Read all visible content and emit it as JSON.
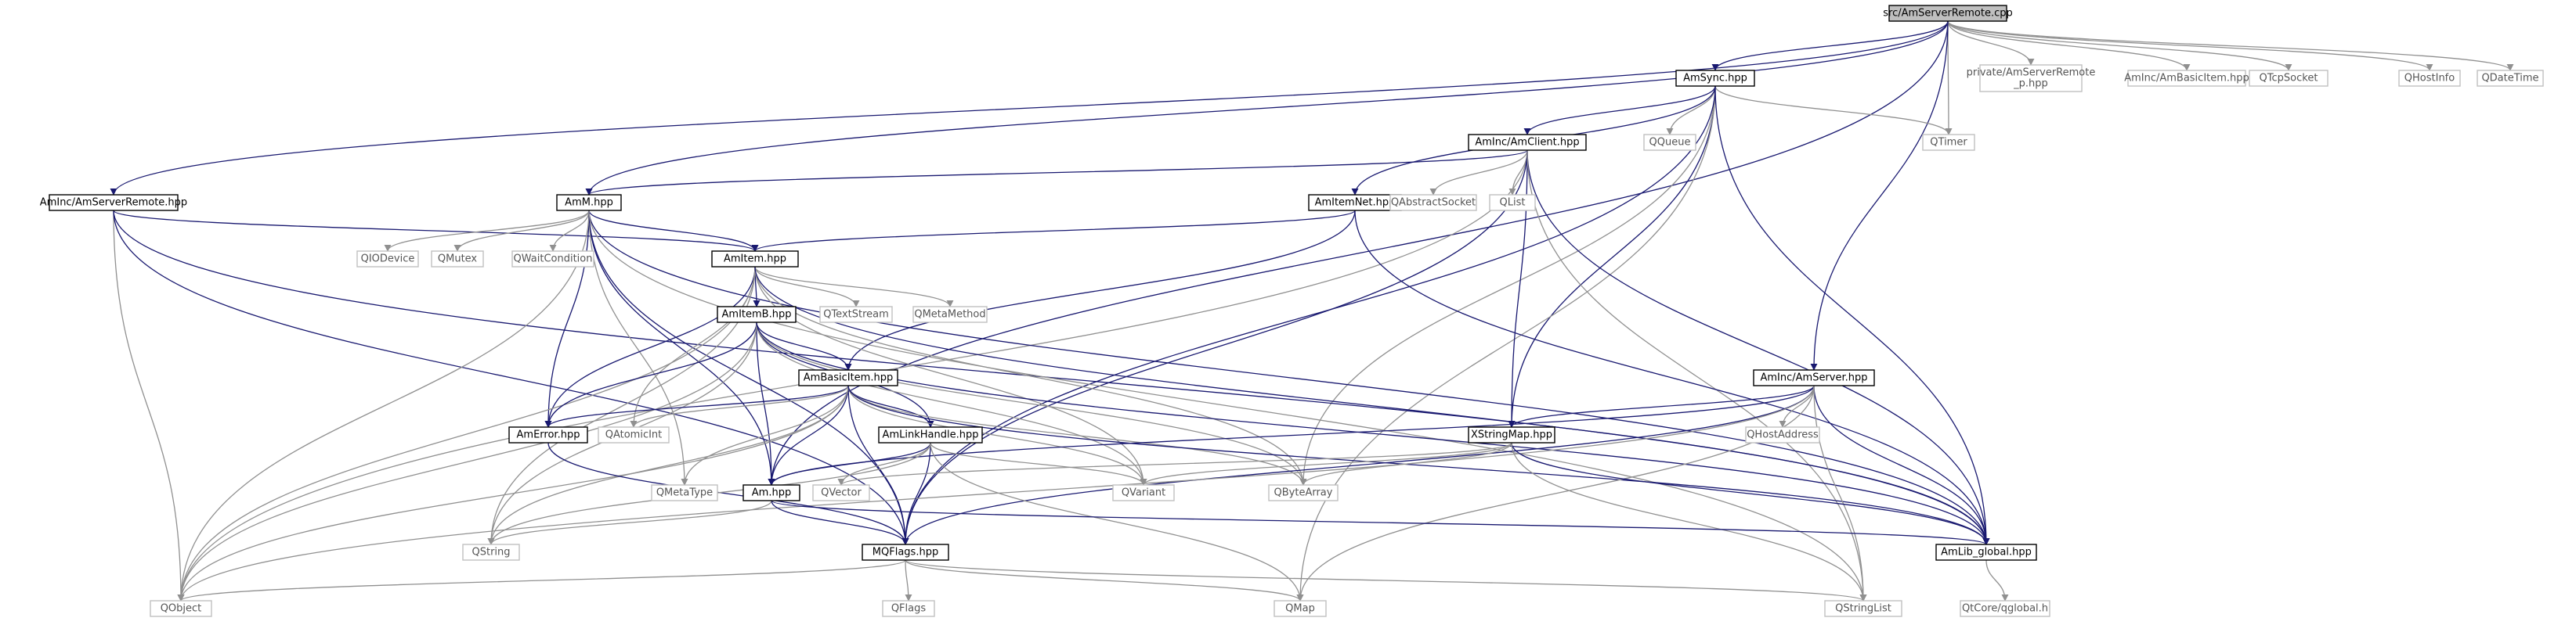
{
  "colors": {
    "internal_edge": "#191970",
    "external_edge": "#909090",
    "root_fill": "#bfbfbf",
    "internal_border": "#000000",
    "external_border": "#c0c0c0",
    "internal_text": "#000000",
    "external_text": "#555555"
  },
  "nodes": [
    {
      "id": "root",
      "label": "src/AmServerRemote.cpp",
      "kind": "root"
    },
    {
      "id": "amsync",
      "label": "AmSync.hpp",
      "kind": "internal"
    },
    {
      "id": "priv",
      "label": [
        "private/AmServerRemote",
        "_p.hpp"
      ],
      "kind": "external"
    },
    {
      "id": "basicinc",
      "label": "AmInc/AmBasicItem.hpp",
      "kind": "external"
    },
    {
      "id": "qtcp",
      "label": "QTcpSocket",
      "kind": "external"
    },
    {
      "id": "qhostinfo",
      "label": "QHostInfo",
      "kind": "external"
    },
    {
      "id": "qdatetime",
      "label": "QDateTime",
      "kind": "external"
    },
    {
      "id": "amclient",
      "label": "AmInc/AmClient.hpp",
      "kind": "internal"
    },
    {
      "id": "qqueue",
      "label": "QQueue",
      "kind": "external"
    },
    {
      "id": "qtimer",
      "label": "QTimer",
      "kind": "external"
    },
    {
      "id": "amserverremote",
      "label": "AmInc/AmServerRemote.hpp",
      "kind": "internal"
    },
    {
      "id": "amm",
      "label": "AmM.hpp",
      "kind": "internal"
    },
    {
      "id": "amitemnet",
      "label": "AmItemNet.hpp",
      "kind": "internal"
    },
    {
      "id": "qabstract",
      "label": "QAbstractSocket",
      "kind": "external"
    },
    {
      "id": "qlist",
      "label": "QList",
      "kind": "external"
    },
    {
      "id": "qiodevice",
      "label": "QIODevice",
      "kind": "external"
    },
    {
      "id": "qmutex",
      "label": "QMutex",
      "kind": "external"
    },
    {
      "id": "qwait",
      "label": "QWaitCondition",
      "kind": "external"
    },
    {
      "id": "amitem",
      "label": "AmItem.hpp",
      "kind": "internal"
    },
    {
      "id": "amitemb",
      "label": "AmItemB.hpp",
      "kind": "internal"
    },
    {
      "id": "qtextstream",
      "label": "QTextStream",
      "kind": "external"
    },
    {
      "id": "qmetamethod",
      "label": "QMetaMethod",
      "kind": "external"
    },
    {
      "id": "ambasicitem",
      "label": "AmBasicItem.hpp",
      "kind": "internal"
    },
    {
      "id": "amserver",
      "label": "AmInc/AmServer.hpp",
      "kind": "internal"
    },
    {
      "id": "amerror",
      "label": "AmError.hpp",
      "kind": "internal"
    },
    {
      "id": "qatomic",
      "label": "QAtomicInt",
      "kind": "external"
    },
    {
      "id": "amlink",
      "label": "AmLinkHandle.hpp",
      "kind": "internal"
    },
    {
      "id": "xstring",
      "label": "XStringMap.hpp",
      "kind": "internal"
    },
    {
      "id": "qhostaddress",
      "label": "QHostAddress",
      "kind": "external"
    },
    {
      "id": "qmetatype",
      "label": "QMetaType",
      "kind": "external"
    },
    {
      "id": "amhpp",
      "label": "Am.hpp",
      "kind": "internal"
    },
    {
      "id": "qvector",
      "label": "QVector",
      "kind": "external"
    },
    {
      "id": "qvariant",
      "label": "QVariant",
      "kind": "external"
    },
    {
      "id": "qbytearray",
      "label": "QByteArray",
      "kind": "external"
    },
    {
      "id": "qstring",
      "label": "QString",
      "kind": "external"
    },
    {
      "id": "mqflags",
      "label": "MQFlags.hpp",
      "kind": "internal"
    },
    {
      "id": "amlibglobal",
      "label": "AmLib_global.hpp",
      "kind": "internal"
    },
    {
      "id": "qobject",
      "label": "QObject",
      "kind": "external"
    },
    {
      "id": "qflags",
      "label": "QFlags",
      "kind": "external"
    },
    {
      "id": "qmap",
      "label": "QMap",
      "kind": "external"
    },
    {
      "id": "qstringlist",
      "label": "QStringList",
      "kind": "external"
    },
    {
      "id": "qglobal",
      "label": "QtCore/qglobal.h",
      "kind": "external"
    }
  ],
  "edges": [
    [
      "root",
      "amsync"
    ],
    [
      "root",
      "priv"
    ],
    [
      "root",
      "basicinc"
    ],
    [
      "root",
      "qtcp"
    ],
    [
      "root",
      "qhostinfo"
    ],
    [
      "root",
      "qdatetime"
    ],
    [
      "root",
      "amserverremote"
    ],
    [
      "root",
      "amm"
    ],
    [
      "root",
      "amhpp"
    ],
    [
      "root",
      "qtimer"
    ],
    [
      "root",
      "amserver"
    ],
    [
      "amsync",
      "amclient"
    ],
    [
      "amsync",
      "qqueue"
    ],
    [
      "amsync",
      "qtimer"
    ],
    [
      "amsync",
      "amitemnet"
    ],
    [
      "amsync",
      "xstring"
    ],
    [
      "amsync",
      "qbytearray"
    ],
    [
      "amsync",
      "qmap"
    ],
    [
      "amsync",
      "amlibglobal"
    ],
    [
      "amsync",
      "mqflags"
    ],
    [
      "amclient",
      "amm"
    ],
    [
      "amclient",
      "qabstract"
    ],
    [
      "amclient",
      "qlist"
    ],
    [
      "amclient",
      "xstring"
    ],
    [
      "amclient",
      "qobject"
    ],
    [
      "amclient",
      "mqflags"
    ],
    [
      "amclient",
      "amlibglobal"
    ],
    [
      "amclient",
      "qstringlist"
    ],
    [
      "amserverremote",
      "amitem"
    ],
    [
      "amserverremote",
      "qobject"
    ],
    [
      "amserverremote",
      "mqflags"
    ],
    [
      "amserverremote",
      "amlibglobal"
    ],
    [
      "amm",
      "qiodevice"
    ],
    [
      "amm",
      "qmutex"
    ],
    [
      "amm",
      "qwait"
    ],
    [
      "amm",
      "amitem"
    ],
    [
      "amm",
      "amerror"
    ],
    [
      "amm",
      "amhpp"
    ],
    [
      "amm",
      "qobject"
    ],
    [
      "amm",
      "qmetatype"
    ],
    [
      "amm",
      "mqflags"
    ],
    [
      "amm",
      "amlibglobal"
    ],
    [
      "amm",
      "qstringlist"
    ],
    [
      "amitemnet",
      "amitem"
    ],
    [
      "amitemnet",
      "ambasicitem"
    ],
    [
      "amitemnet",
      "amlibglobal"
    ],
    [
      "amitem",
      "amitemb"
    ],
    [
      "amitem",
      "qtextstream"
    ],
    [
      "amitem",
      "qmetamethod"
    ],
    [
      "amitem",
      "amerror"
    ],
    [
      "amitem",
      "qatomic"
    ],
    [
      "amitem",
      "qvariant"
    ],
    [
      "amitem",
      "qbytearray"
    ],
    [
      "amitem",
      "qobject"
    ],
    [
      "amitem",
      "qstring"
    ],
    [
      "amitem",
      "amlibglobal"
    ],
    [
      "amitemb",
      "ambasicitem"
    ],
    [
      "amitemb",
      "amerror"
    ],
    [
      "amitemb",
      "amlink"
    ],
    [
      "amitemb",
      "amhpp"
    ],
    [
      "amitemb",
      "qvariant"
    ],
    [
      "amitemb",
      "qbytearray"
    ],
    [
      "amitemb",
      "qstring"
    ],
    [
      "amitemb",
      "qobject"
    ],
    [
      "amitemb",
      "amlibglobal"
    ],
    [
      "ambasicitem",
      "amerror"
    ],
    [
      "ambasicitem",
      "qatomic"
    ],
    [
      "ambasicitem",
      "amlink"
    ],
    [
      "ambasicitem",
      "amhpp"
    ],
    [
      "ambasicitem",
      "qvariant"
    ],
    [
      "ambasicitem",
      "qbytearray"
    ],
    [
      "ambasicitem",
      "qstring"
    ],
    [
      "ambasicitem",
      "qmetatype"
    ],
    [
      "ambasicitem",
      "mqflags"
    ],
    [
      "ambasicitem",
      "qobject"
    ],
    [
      "ambasicitem",
      "amlibglobal"
    ],
    [
      "amserver",
      "xstring"
    ],
    [
      "amserver",
      "qhostaddress"
    ],
    [
      "amserver",
      "amhpp"
    ],
    [
      "amserver",
      "qmap"
    ],
    [
      "amserver",
      "mqflags"
    ],
    [
      "amserver",
      "amlibglobal"
    ],
    [
      "amserver",
      "qstringlist"
    ],
    [
      "amserver",
      "qobject"
    ],
    [
      "amerror",
      "mqflags"
    ],
    [
      "amlink",
      "amhpp"
    ],
    [
      "amlink",
      "qvector"
    ],
    [
      "amlink",
      "qvariant"
    ],
    [
      "amlink",
      "mqflags"
    ],
    [
      "amlink",
      "qstring"
    ],
    [
      "amlink",
      "qmap"
    ],
    [
      "xstring",
      "qvariant"
    ],
    [
      "xstring",
      "qbytearray"
    ],
    [
      "xstring",
      "qvector"
    ],
    [
      "xstring",
      "amlibglobal"
    ],
    [
      "xstring",
      "qstringlist"
    ],
    [
      "amhpp",
      "mqflags"
    ],
    [
      "amhpp",
      "qstring"
    ],
    [
      "amhpp",
      "amlibglobal"
    ],
    [
      "mqflags",
      "qobject"
    ],
    [
      "mqflags",
      "qflags"
    ],
    [
      "mqflags",
      "qmap"
    ],
    [
      "mqflags",
      "qstringlist"
    ],
    [
      "amlibglobal",
      "qglobal"
    ]
  ]
}
